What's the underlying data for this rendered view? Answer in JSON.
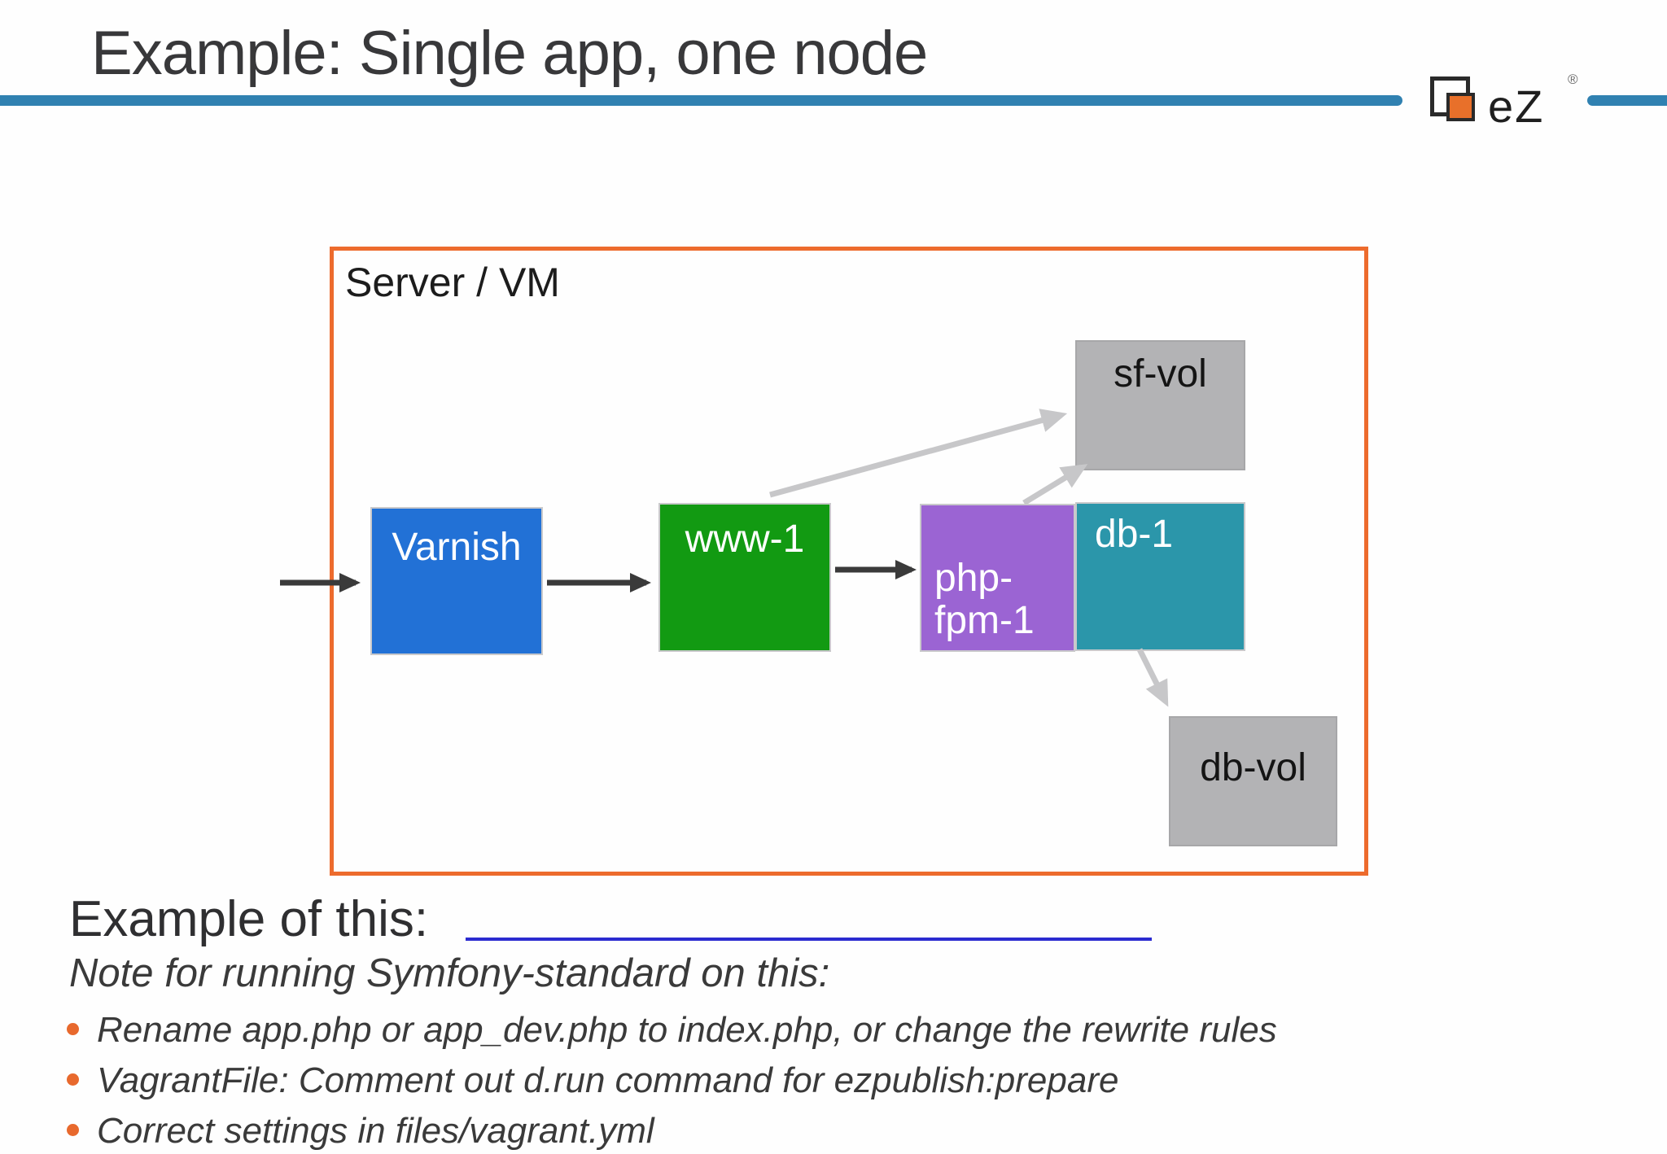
{
  "slide": {
    "title": "Example: Single app, one node",
    "logo": {
      "e": "e",
      "z": "Z",
      "registered": "®"
    },
    "diagram": {
      "container_label": "Server / VM",
      "nodes": {
        "varnish": {
          "label": "Varnish",
          "color": "#2271d6"
        },
        "www1": {
          "label": "www-1",
          "color": "#129a12"
        },
        "phpfpm1": {
          "label": "php-\nfpm-1",
          "color": "#9b64d3"
        },
        "db1": {
          "label": "db-1",
          "color": "#2b96aa"
        },
        "sfvol": {
          "label": "sf-vol",
          "color": "#b3b3b5"
        },
        "dbvol": {
          "label": "db-vol",
          "color": "#b3b3b5"
        }
      },
      "edges": [
        {
          "from": "external",
          "to": "varnish",
          "style": "black"
        },
        {
          "from": "varnish",
          "to": "www1",
          "style": "black"
        },
        {
          "from": "www1",
          "to": "phpfpm1",
          "style": "black"
        },
        {
          "from": "www1",
          "to": "sfvol",
          "style": "gray"
        },
        {
          "from": "phpfpm1",
          "to": "sfvol",
          "style": "gray"
        },
        {
          "from": "db1",
          "to": "dbvol",
          "style": "gray"
        }
      ]
    },
    "notes": {
      "example_label": "Example of this:",
      "note_line": "Note for running Symfony-standard on this:",
      "bullets": [
        "Rename app.php or app_dev.php to index.php, or change the rewrite rules",
        "VagrantFile: Comment out d.run command for ezpublish:prepare",
        "Correct settings in files/vagrant.yml"
      ]
    },
    "colors": {
      "accent_rule": "#3081b1",
      "diagram_border": "#ed6b2d",
      "arrow_black": "#3a3a3a",
      "arrow_gray": "#c7c7c9",
      "bullet": "#e8692d",
      "link_underline": "#2b2bd0",
      "logo_orange": "#e8702a"
    }
  }
}
